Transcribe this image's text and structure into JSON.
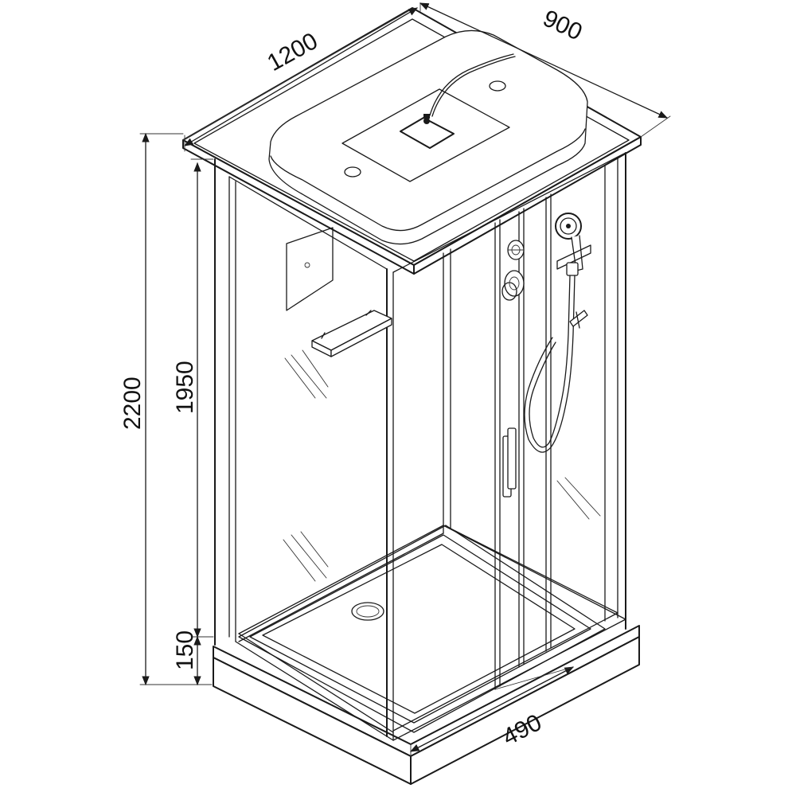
{
  "dimensions": {
    "width": "1200",
    "depth": "900",
    "total_height": "2200",
    "cabin_height": "1950",
    "tray_height": "150",
    "door_width": "490"
  },
  "colors": {
    "line": "#1a1a1a",
    "background": "#ffffff"
  }
}
